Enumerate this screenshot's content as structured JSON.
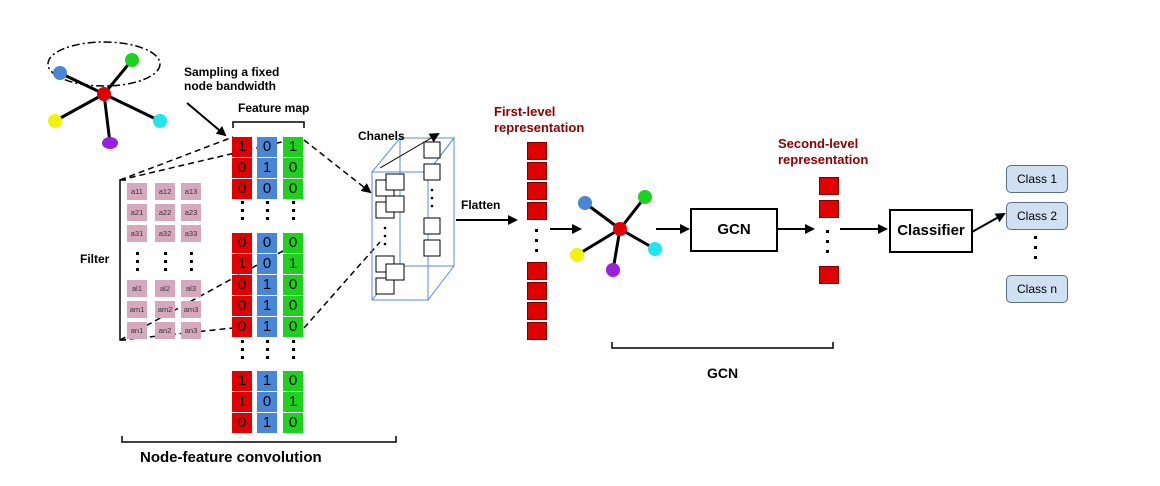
{
  "labels": {
    "sampling": "Sampling a fixed\nnode bandwidth",
    "feature_map": "Feature map",
    "filter": "Filter",
    "chanels": "Chanels",
    "flatten": "Flatten",
    "first_level": "First-level\nrepresentation",
    "second_level": "Second-level\nrepresentation",
    "gcn_box": "GCN",
    "classifier": "Classifier",
    "gcn_bottom": "GCN",
    "node_feature_conv": "Node-feature convolution"
  },
  "classes": [
    "Class 1",
    "Class 2",
    "Class n"
  ],
  "feature_map": {
    "rows_top": [
      [
        "1",
        "0",
        "1"
      ],
      [
        "0",
        "1",
        "0"
      ],
      [
        "0",
        "0",
        "0"
      ]
    ],
    "rows_mid": [
      [
        "0",
        "0",
        "0"
      ],
      [
        "1",
        "0",
        "1"
      ],
      [
        "0",
        "1",
        "0"
      ],
      [
        "0",
        "1",
        "0"
      ],
      [
        "0",
        "1",
        "0"
      ]
    ],
    "rows_bottom": [
      [
        "1",
        "1",
        "0"
      ],
      [
        "1",
        "0",
        "1"
      ],
      [
        "0",
        "1",
        "0"
      ]
    ],
    "colors": [
      "#e00000",
      "#4a86d8",
      "#1fd11f"
    ]
  },
  "filter": {
    "rows_top": [
      [
        "a11",
        "a12",
        "a13"
      ],
      [
        "a21",
        "a22",
        "a23"
      ],
      [
        "a31",
        "a32",
        "a33"
      ]
    ],
    "rows_bottom": [
      [
        "al1",
        "al2",
        "al3"
      ],
      [
        "am1",
        "am2",
        "am3"
      ],
      [
        "an1",
        "an2",
        "an3"
      ]
    ]
  },
  "node_colors": {
    "center": "#e00000",
    "blue": "#4a86d8",
    "green": "#1fd11f",
    "yellow": "#f2f20a",
    "cyan": "#22e5ee",
    "purple": "#9a1fe0"
  }
}
